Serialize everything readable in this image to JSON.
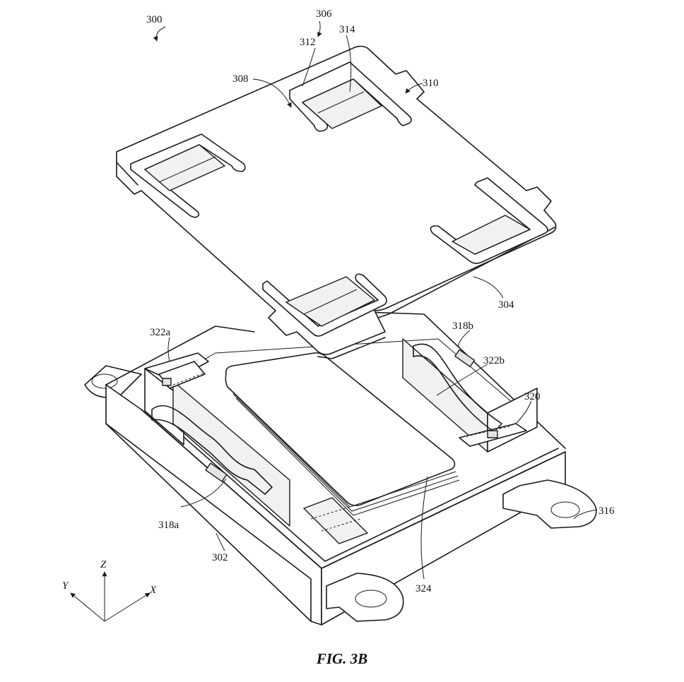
{
  "figure": {
    "caption": "FIG. 3B",
    "reference_numerals": {
      "assembly": "300",
      "housing": "302",
      "cover": "304",
      "cover_feature": "306",
      "cutout": "308",
      "flange": "310",
      "arm": "312",
      "pad": "314",
      "mount_tab": "316",
      "spring_a": "318a",
      "spring_b": "318b",
      "bracket": "320",
      "clip_a": "322a",
      "clip_b": "322b",
      "card": "324"
    },
    "axes": {
      "x": "X",
      "y": "Y",
      "z": "Z"
    }
  }
}
